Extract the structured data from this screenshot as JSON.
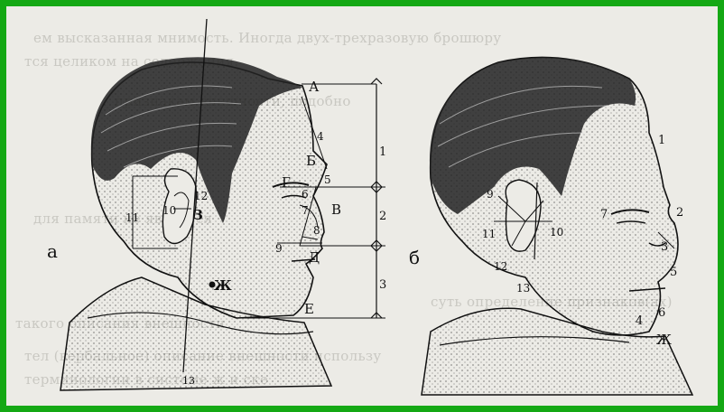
{
  "bleed_through": [
    "ем высказанная мнимость. Иногда двух-трехразовую брошюру",
    "тся целиком на содержания.",
    "признакам внешности, подобно",
    "для памяти не является",
    "суть определение признаков(ах)",
    "такого описания внешности",
    "тел (вербальное) описание внешности использу",
    "терминологии в системе ж и ске"
  ],
  "figure_a": {
    "panel_letter": "а",
    "face_points": [
      "А",
      "Б",
      "В",
      "Г",
      "Д",
      "Е",
      "Ж",
      "З"
    ],
    "numbers": [
      "1",
      "2",
      "3",
      "4",
      "5",
      "6",
      "7",
      "8",
      "9",
      "10",
      "11",
      "12",
      "13"
    ]
  },
  "figure_b": {
    "panel_letter": "б",
    "numbers": [
      "1",
      "2",
      "3",
      "4",
      "5",
      "6",
      "7",
      "9",
      "10",
      "11",
      "12",
      "13"
    ],
    "letters": [
      "Ж"
    ]
  },
  "colors": {
    "frame": "#14a814",
    "paper": "#ecebe6",
    "ink": "#111111"
  }
}
